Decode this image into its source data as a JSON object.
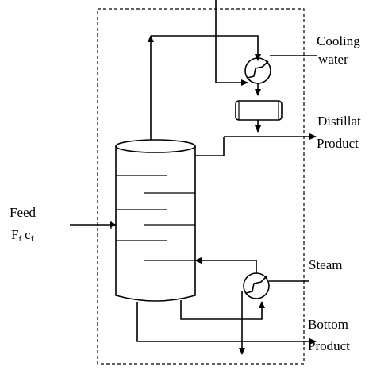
{
  "labels": {
    "cooling_water_1": "Cooling",
    "cooling_water_2": "water",
    "distillate_1": "Distillat",
    "distillate_2": "Product",
    "feed_1": "Feed",
    "feed_2_main_f": "F",
    "feed_2_sub_f": "f",
    "feed_2_main_c": "c",
    "feed_2_sub_c": "f",
    "steam": "Steam",
    "bottom_1": "Bottom",
    "bottom_2": "Product"
  },
  "icons": {
    "condenser": "heat-exchanger-icon",
    "reboiler": "heat-exchanger-icon",
    "reflux_drum": "drum-icon",
    "column": "distillation-column-icon"
  }
}
